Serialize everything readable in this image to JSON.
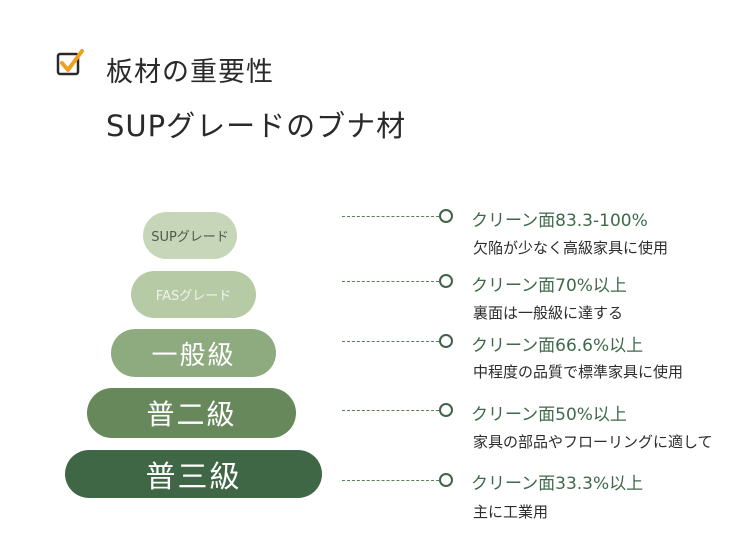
{
  "header": {
    "title": "板材の重要性",
    "subtitle": "SUPグレードのブナ材",
    "icon": "checkbox-checked-icon",
    "accent_color": "#f0a020"
  },
  "grades": [
    {
      "label": "SUPグレード",
      "info_title": "クリーン面83.3-100%",
      "info_desc": "欠陥が少なく高級家具に使用",
      "color": "#c7d5b8"
    },
    {
      "label": "FASグレード",
      "info_title": "クリーン面70%以上",
      "info_desc": "裏面は一般級に達する",
      "color": "#b7caa6"
    },
    {
      "label": "一般級",
      "info_title": "クリーン面66.6%以上",
      "info_desc": "中程度の品質で標準家具に使用",
      "color": "#8eaa7f"
    },
    {
      "label": "普二級",
      "info_title": "クリーン面50%以上",
      "info_desc": "家具の部品やフローリングに適して",
      "color": "#66885b"
    },
    {
      "label": "普三級",
      "info_title": "クリーン面33.3%以上",
      "info_desc": "主に工業用",
      "color": "#3f6746"
    }
  ]
}
